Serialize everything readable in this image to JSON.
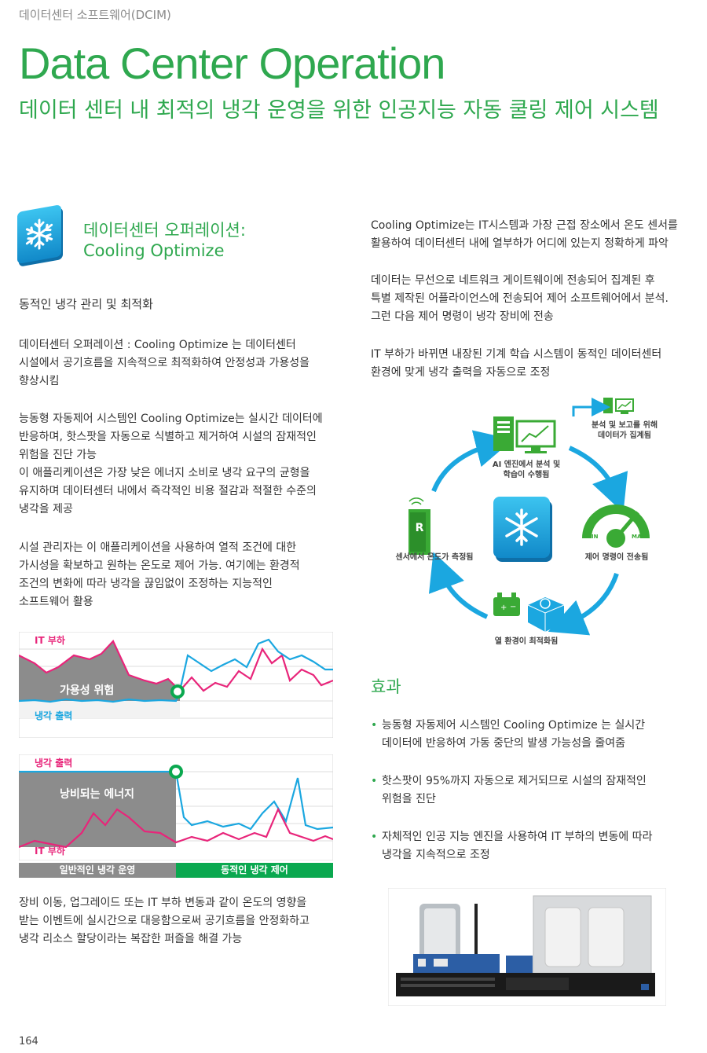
{
  "header": {
    "category": "데이터센터 소프트웨어(DCIM)",
    "title": "Data Center Operation",
    "subtitle": "데이터 센터 내 최적의 냉각 운영을 위한 인공지능 자동 쿨링 제어 시스템"
  },
  "section": {
    "title_line1": "데이터센터 오퍼레이션:",
    "title_line2": "Cooling Optimize",
    "icon": "snowflake-icon"
  },
  "left_column": {
    "heading": "동적인 냉각 관리 및 최적화",
    "para1": "데이터센터 오퍼레이션 : Cooling Optimize 는 데이터센터\n시설에서 공기흐름을 지속적으로 최적화하여 안정성과 가용성을\n향상시킴",
    "para2": "능동형 자동제어 시스템인 Cooling Optimize는 실시간 데이터에\n반응하며, 핫스팟을 자동으로 식별하고 제거하여 시설의 잠재적인\n위험을 진단 가능\n이 애플리케이션은 가장 낮은 에너지 소비로 냉각 요구의 균형을\n유지하며 데이터센터 내에서 즉각적인 비용 절감과 적절한 수준의\n냉각을 제공",
    "para3": "시설 관리자는 이 애플리케이션을 사용하여 열적 조건에 대한\n가시성을 확보하고 원하는 온도로 제어 가능. 여기에는 환경적\n조건의 변화에 따라 냉각을 끊임없이 조정하는 지능적인\n소프트웨어 활용",
    "para4": "장비 이동, 업그레이드 또는 IT 부하 변동과 같이 온도의 영향을\n받는 이벤트에 실시간으로 대응함으로써 공기흐름을 안정화하고\n냉각 리소스 할당이라는 복잡한 퍼즐을 해결 가능"
  },
  "right_column": {
    "para1": "Cooling Optimize는 IT시스템과 가장 근접 장소에서 온도 센서를\n활용하여 데이터센터 내에 열부하가 어디에 있는지 정확하게 파악",
    "para2": "데이터는 무선으로 네트워크 게이트웨이에 전송되어 집계된 후\n특별 제작된 어플라이언스에 전송되어 제어 소프트웨어에서 분석.\n그런 다음 제어 명령이 냉각 장비에 전송",
    "para3": "IT 부하가 바뀌면 내장된 기계 학습 시스템이 동적인 데이터센터\n환경에 맞게 냉각 출력을 자동으로 조정"
  },
  "cycle": {
    "top_right": "분석 및 보고를 위해\n데이터가 집계됨",
    "top": "AI 엔진에서 분석 및\n학습이 수행됨",
    "left": "센서에서 온도가 측정됨",
    "right": "제어 명령이 전송됨",
    "bottom": "열 환경이 최적화됨",
    "gauge_min": "MIN",
    "gauge_max": "MAX",
    "sensor_letter": "R",
    "colors": {
      "arrow": "#1ba7e0",
      "green": "#3aaa35"
    }
  },
  "charts": {
    "chart1": {
      "it_load": "IT 부하",
      "risk": "가용성 위험",
      "cooling": "냉각 출력"
    },
    "chart2": {
      "cooling": "냉각 출력",
      "waste": "낭비되는 에너지",
      "it_load": "IT 부하"
    },
    "mode_normal": "일반적인 냉각 운영",
    "mode_dynamic": "동적인 냉각 제어",
    "colors": {
      "it_load": "#e8257a",
      "cooling": "#1ba7e0",
      "gray": "#8c8c8c",
      "green": "#0aa84f"
    }
  },
  "effects": {
    "title": "효과",
    "items": [
      "능동형 자동제어 시스템인 Cooling Optimize 는 실시간\n데이터에 반응하여 가동 중단의 발생 가능성을 줄여줌",
      "핫스팟이 95%까지 자동으로 제거되므로 시설의 잠재적인\n위험을 진단",
      "자체적인 인공 지능 엔진을 사용하여 IT 부하의 변동에 따라\n냉각을 지속적으로 조정"
    ]
  },
  "page_number": "164"
}
